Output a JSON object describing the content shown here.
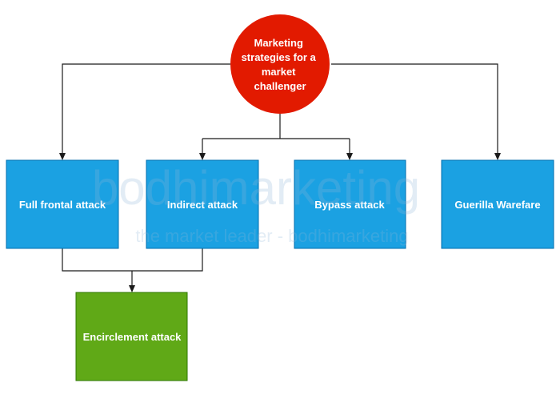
{
  "diagram": {
    "root": {
      "label_lines": [
        "Marketing",
        "strategies for a",
        "market",
        "challenger"
      ],
      "fill": "#e21a00"
    },
    "nodes": {
      "full_frontal": {
        "label": "Full frontal attack",
        "fill": "#1ba1e2"
      },
      "indirect": {
        "label": "Indirect attack",
        "fill": "#1ba1e2"
      },
      "bypass": {
        "label": "Bypass attack",
        "fill": "#1ba1e2"
      },
      "guerilla": {
        "label": "Guerilla Warefare",
        "fill": "#1ba1e2"
      },
      "encirclement": {
        "label": "Encirclement attack",
        "fill": "#60a917"
      }
    },
    "watermark": {
      "line1": "bodhimarketing",
      "line2": "the market leader - bodhimarketing"
    }
  }
}
